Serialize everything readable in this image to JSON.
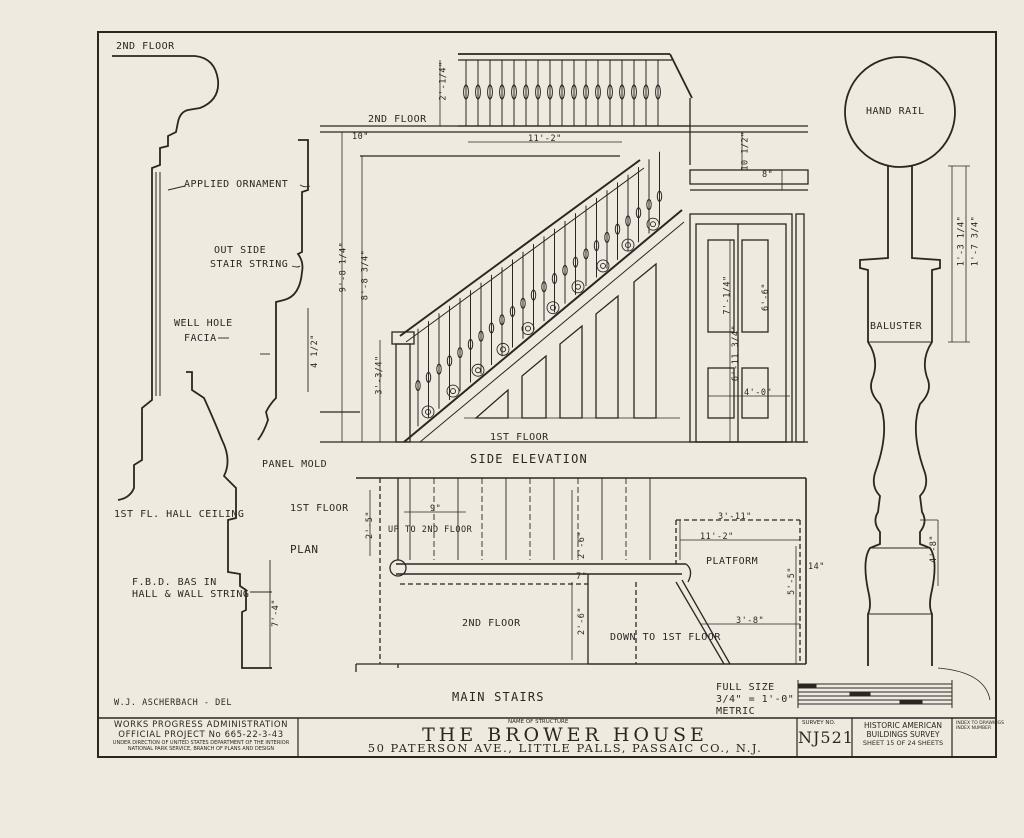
{
  "labels": {
    "second_floor_top": "2ND FLOOR",
    "applied_ornament": "APPLIED ORNAMENT",
    "outside_stair_string": [
      "OUT SIDE",
      "STAIR STRING"
    ],
    "well_hole_facia": [
      "WELL HOLE",
      "FACIA"
    ],
    "panel_mold": "PANEL MOLD",
    "first_fl_hall_ceiling": "1ST FL. HALL CEILING",
    "first_floor_plan": [
      "1ST FLOOR",
      "PLAN"
    ],
    "base_board": [
      "F.B.D. BAS IN",
      "HALL & WALL STRING"
    ],
    "delineator": "W.J. ASCHERBACH - DEL",
    "second_floor_elev": "2ND FLOOR",
    "first_floor_elev": "1ST FLOOR",
    "side_elevation": "SIDE ELEVATION",
    "hand_rail": "HAND RAIL",
    "baluster": "BALUSTER",
    "platform": "PLATFORM",
    "up_to_2nd_floor": "UP TO 2ND FLOOR",
    "second_floor_plan": "2ND FLOOR",
    "down_to_1st_floor": "DOWN TO 1ST FLOOR",
    "main_stairs": "MAIN STAIRS",
    "full_size": "FULL SIZE",
    "scale_eighth": "3/4\" = 1'-0\"",
    "metric": "METRIC"
  },
  "dimensions": {
    "d_2_1_4": "2'-1/4\"",
    "d_10": "10\"",
    "d_11_2": "11'-2\"",
    "d_9_8_1_4": "9'-8 1/4\"",
    "d_8_8_3_4": "8'-8 3/4\"",
    "d_10_1_2": "10 1/2\"",
    "d_8": "8\"",
    "d_7_1_4": "7'-1/4\"",
    "d_6_6": "6'-6\"",
    "d_6_11_3_4": "6'-11 3/4\"",
    "d_4_0": "4'-0\"",
    "d_4_1_2": "4 1/2\"",
    "d_3_3_4": "3'-3/4\"",
    "d_1_3_1_4": "1'-3 1/4\"",
    "d_1_7_3_4": "1'-7 3/4\"",
    "d_4_8": "4'-8\"",
    "d_3_11": "3'-11\"",
    "d_11_2b": "11'-2\"",
    "d_5_5": "5'-5\"",
    "d_3_8": "3'-8\"",
    "d_2_5": "2'-5\"",
    "d_2_6": "2'-6\"",
    "d_2_6b": "2'-6\"",
    "d_9": "9\"",
    "d_7": "7\"",
    "d_14": "14\"",
    "d_7_4": "7'-4\""
  },
  "title_block": {
    "agency": [
      "WORKS PROGRESS ADMINISTRATION",
      "OFFICIAL PROJECT  No 665-22-3-43"
    ],
    "direction": [
      "UNDER DIRECTION OF UNITED STATES DEPARTMENT OF THE INTERIOR",
      "NATIONAL PARK SERVICE, BRANCH OF PLANS AND DESIGN"
    ],
    "name_label": "NAME OF STRUCTURE",
    "name": "THE BROWER HOUSE",
    "address": "50 PATERSON AVE., LITTLE PALLS, PASSAIC CO., N.J.",
    "survey_label": "SURVEY NO.",
    "survey_no": "NJ521",
    "habs": [
      "HISTORIC AMERICAN",
      "BUILDINGS SURVEY"
    ],
    "sheet": "SHEET 15 OF 24 SHEETS",
    "index_label": [
      "INDEX TO DRAWINGS",
      "INDEX NUMBER"
    ]
  }
}
